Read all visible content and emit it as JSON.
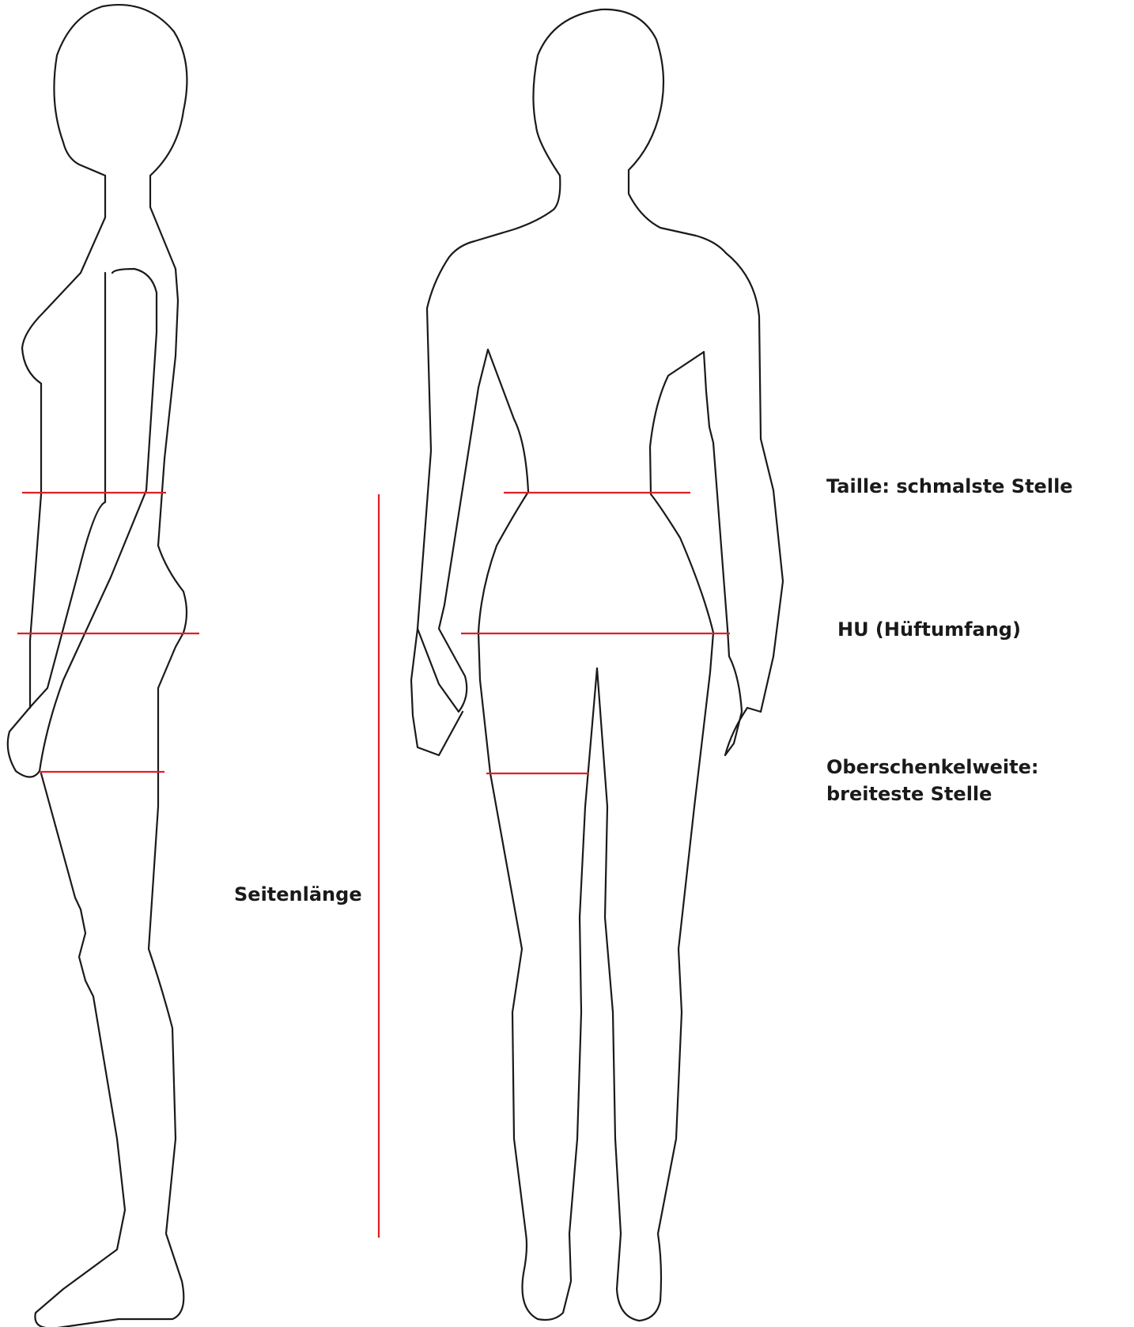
{
  "colors": {
    "outline": "#1a1a1a",
    "measure_line": "#e31e24",
    "background": "#ffffff"
  },
  "figures": {
    "side_view": "side-profile-figure",
    "front_view": "front-figure"
  },
  "labels": {
    "taille": "Taille: schmalste Stelle",
    "hu": "HU (Hüftumfang)",
    "oberschenkel": "Oberschenkelweite: breiteste Stelle",
    "seitenlaenge": "Seitenlänge"
  }
}
